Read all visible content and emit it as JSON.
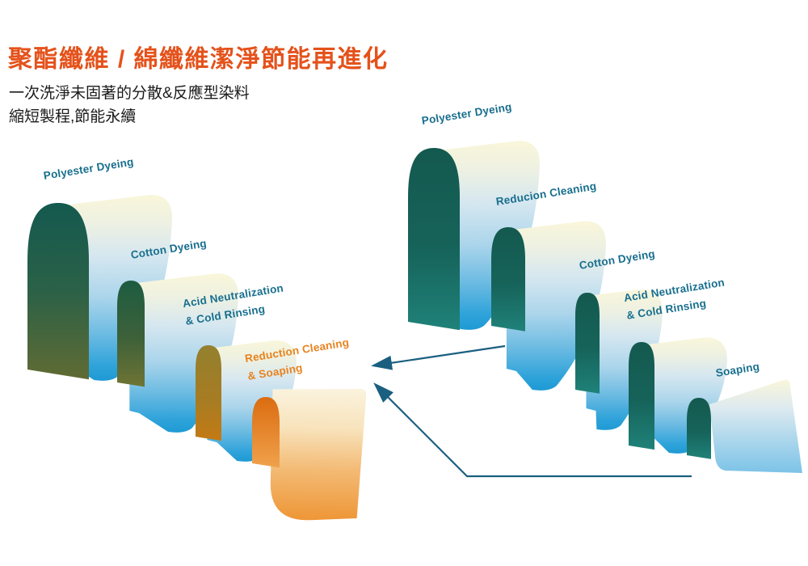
{
  "title": "聚酯纖維 / 綿纖維潔淨節能再進化",
  "subtitle": {
    "line1": "一次洗淨未固著的分散&反應型染料",
    "line2": "縮短製程,節能永續"
  },
  "left_process": {
    "steps": [
      {
        "lines": [
          "Polyester Dyeing"
        ]
      },
      {
        "lines": [
          "Cotton Dyeing"
        ]
      },
      {
        "lines": [
          "Acid Neutralization",
          "& Cold Rinsing"
        ]
      },
      {
        "lines": [
          "Reduction Cleaning",
          "& Soaping"
        ],
        "highlighted": true
      }
    ]
  },
  "right_process": {
    "steps": [
      {
        "lines": [
          "Polyester Dyeing"
        ]
      },
      {
        "lines": [
          "Reducion Cleaning"
        ]
      },
      {
        "lines": [
          "Cotton Dyeing"
        ]
      },
      {
        "lines": [
          "Acid Neutralization",
          "& Cold Rinsing"
        ]
      },
      {
        "lines": [
          "Soaping"
        ]
      }
    ]
  },
  "palette": {
    "title_orange": "#E4521B",
    "subtitle_text": "#1B1B1B",
    "label_teal": "#186F8E",
    "label_orange": "#E8821E",
    "arrow_blue": "#1A5F80",
    "face_teal": "#14594F",
    "face_olive": "#606B33",
    "face_gold": "#A87C22",
    "face_orange": "#DB6C10",
    "panel_cream": "#F9F6DA",
    "panel_blue_deep": "#1E9AD4",
    "sheet_orange": "#EE9636",
    "sheet_blue": "#7CC3E7",
    "background": "#FFFFFF"
  }
}
